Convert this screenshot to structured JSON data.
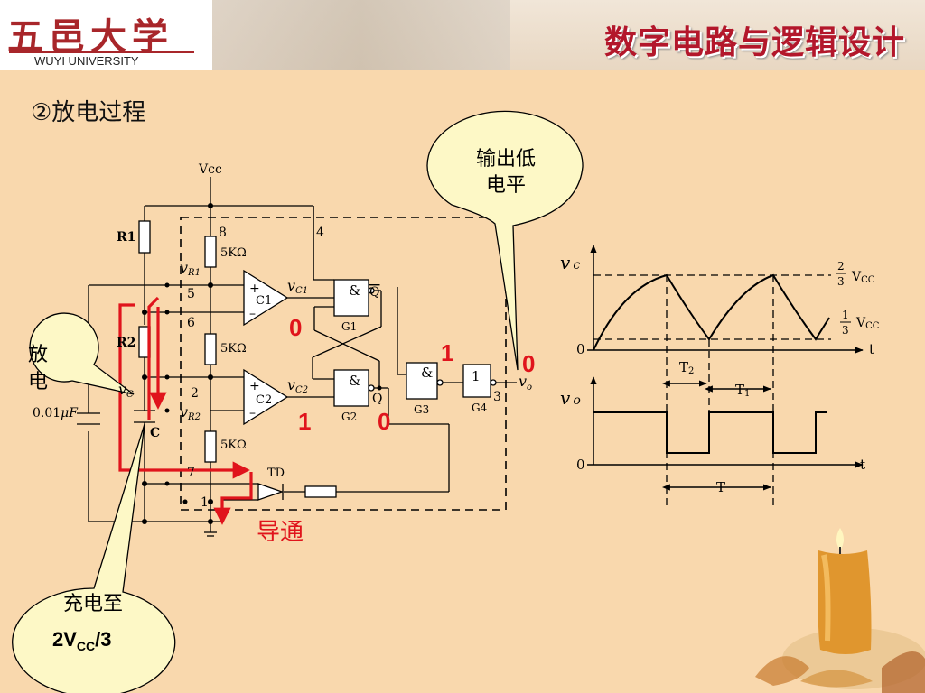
{
  "header": {
    "logo_cn": "五邑大学",
    "logo_en": "WUYI UNIVERSITY",
    "course_title": "数字电路与逻辑设计"
  },
  "section_title": "②放电过程",
  "callouts": {
    "output_low_line1": "输出低",
    "output_low_line2": "电平",
    "discharge_line1": "放",
    "discharge_line2": "电",
    "charge_line1": "充电至",
    "charge_line2_main": "2V",
    "charge_line2_sub": "CC",
    "charge_line2_tail": "/3",
    "conduct": "导通"
  },
  "circuit": {
    "vcc": "Vcc",
    "r1": "R1",
    "r2": "R2",
    "c": "C",
    "cap_value": "0.01",
    "cap_unit": "μF",
    "pin8": "8",
    "pin4": "4",
    "pin5": "5",
    "pin6": "6",
    "pin2": "2",
    "pin7": "7",
    "pin1": "1",
    "pin3": "3",
    "res_val": "5KΩ",
    "v_r1": "v",
    "v_r1_sub": "R1",
    "v_r2": "v",
    "v_r2_sub": "R2",
    "v_c": "v",
    "v_c_sub": "C",
    "v_c1": "v",
    "v_c1_sub": "C1",
    "v_c2": "v",
    "v_c2_sub": "C2",
    "v_o": "v",
    "v_o_sub": "o",
    "c1": "C1",
    "c2": "C2",
    "g1": "G1",
    "g2": "G2",
    "g3": "G3",
    "g4": "G4",
    "amp": "&",
    "one": "1",
    "q": "Q",
    "q_bar": "Q",
    "td": "TD",
    "plus": "+",
    "minus": "–"
  },
  "logic_states": {
    "c1_out": "0",
    "c2_out": "1",
    "q_out": "0",
    "g3_out": "1",
    "vo_out": "0"
  },
  "waveform": {
    "vc_label": "v",
    "vc_sub": "c",
    "vo_label": "v",
    "vo_sub": "o",
    "zero": "0",
    "t": "t",
    "two_thirds_num": "2",
    "two_thirds_den": "3",
    "vcc_text": "V",
    "vcc_sub": "CC",
    "one_third_num": "1",
    "one_third_den": "3",
    "t2": "T",
    "t2_sub": "2",
    "t1": "T",
    "t1_sub": "1",
    "period": "T"
  },
  "colors": {
    "background": "#f9d8ad",
    "title_red": "#b3172b",
    "arrow_red": "#e0141c",
    "logic_red": "#e0141c",
    "callout_fill": "#fdf8c6"
  }
}
